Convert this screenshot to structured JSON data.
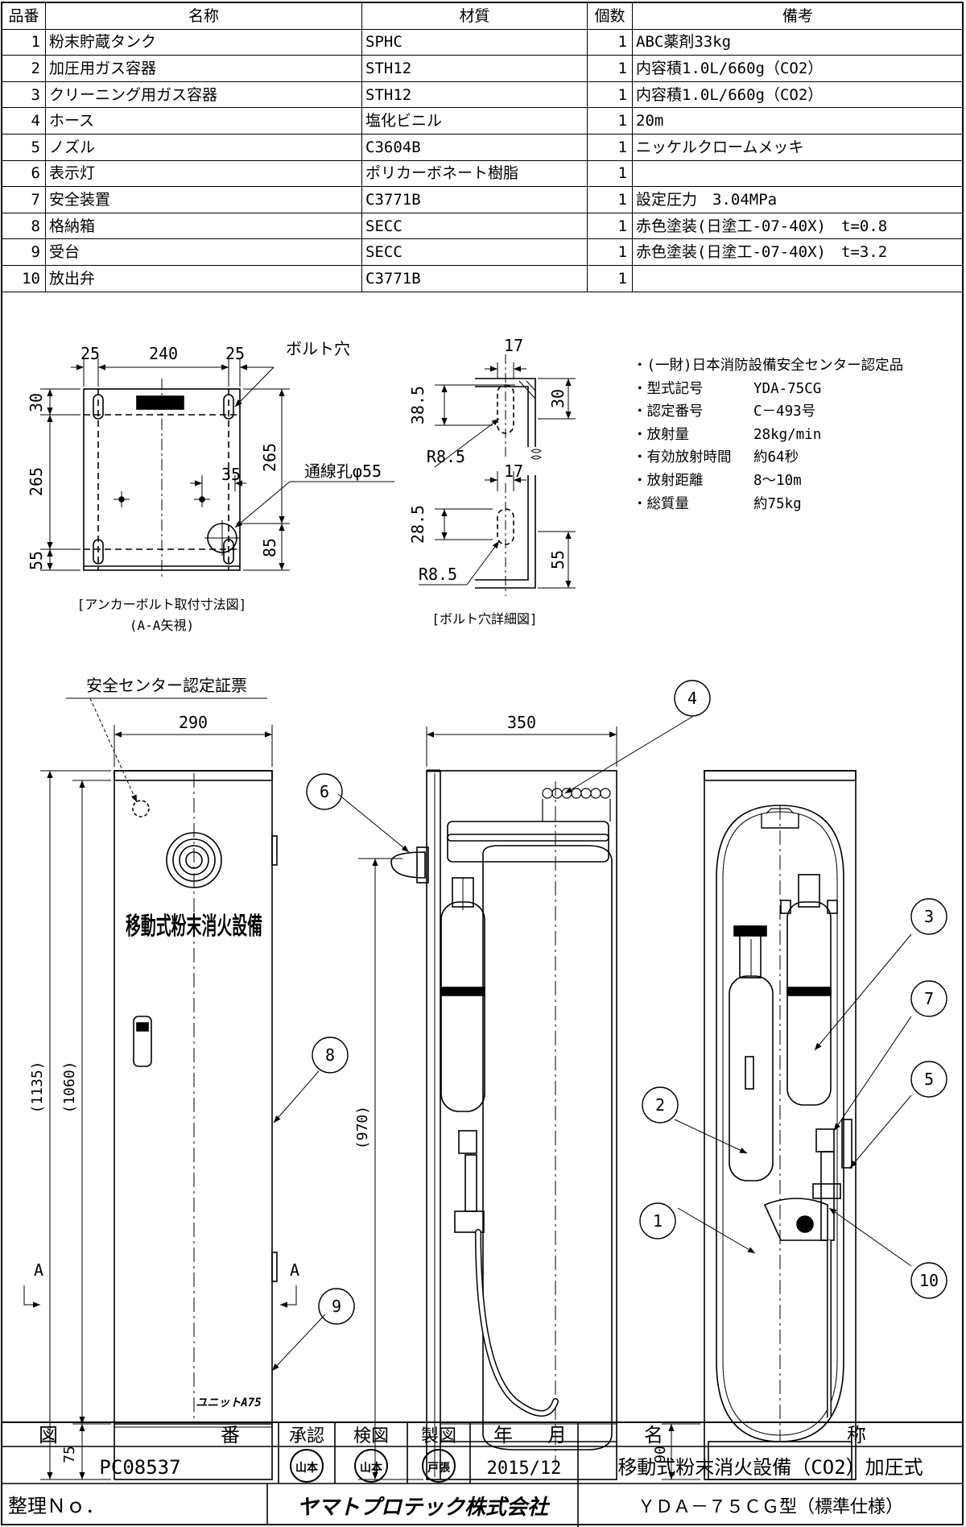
{
  "parts_table": {
    "headers": [
      "品番",
      "名称",
      "材質",
      "個数",
      "備考"
    ],
    "rows": [
      {
        "no": "1",
        "name": "粉末貯蔵タンク",
        "material": "SPHC",
        "qty": "1",
        "note": "ABC薬剤33kg"
      },
      {
        "no": "2",
        "name": "加圧用ガス容器",
        "material": "STH12",
        "qty": "1",
        "note": "内容積1.0L/660g（CO2）"
      },
      {
        "no": "3",
        "name": "クリーニング用ガス容器",
        "material": "STH12",
        "qty": "1",
        "note": "内容積1.0L/660g（CO2）"
      },
      {
        "no": "4",
        "name": "ホース",
        "material": "塩化ビニル",
        "qty": "1",
        "note": "20m"
      },
      {
        "no": "5",
        "name": "ノズル",
        "material": "C3604B",
        "qty": "1",
        "note": "ニッケルクロームメッキ"
      },
      {
        "no": "6",
        "name": "表示灯",
        "material": "ポリカーボネート樹脂",
        "qty": "1",
        "note": ""
      },
      {
        "no": "7",
        "name": "安全装置",
        "material": "C3771B",
        "qty": "1",
        "note": "設定圧力　3.04MPa"
      },
      {
        "no": "8",
        "name": "格納箱",
        "material": "SECC",
        "qty": "1",
        "note": "赤色塗装(日塗工-07-40X)　t=0.8"
      },
      {
        "no": "9",
        "name": "受台",
        "material": "SECC",
        "qty": "1",
        "note": "赤色塗装(日塗工-07-40X)　t=3.2"
      },
      {
        "no": "10",
        "name": "放出弁",
        "material": "C3771B",
        "qty": "1",
        "note": ""
      }
    ]
  },
  "specs": [
    {
      "k": "・(一財)日本消防設備安全センター認定品",
      "v": ""
    },
    {
      "k": "・型式記号",
      "v": "YDA-75CG"
    },
    {
      "k": "・認定番号",
      "v": "C－493号"
    },
    {
      "k": "・放射量",
      "v": "28kg/min"
    },
    {
      "k": "・有効放射時間",
      "v": "約64秒"
    },
    {
      "k": "・放射距離",
      "v": "8～10m"
    },
    {
      "k": "・総質量",
      "v": "約75kg"
    }
  ],
  "anchor_view": {
    "dims": {
      "d25a": "25",
      "d240": "240",
      "d25b": "25",
      "d30": "30",
      "d265l": "265",
      "d55": "55",
      "d35": "35",
      "d265r": "265",
      "d85": "85"
    },
    "bolt_hole": "ボルト穴",
    "wire_hole": "通線孔φ55",
    "caption1": "[アンカーボルト取付寸法図]",
    "caption2": "(A-A矢視)"
  },
  "bolt_detail": {
    "dims": {
      "d17a": "17",
      "d38": "38.5",
      "d30": "30",
      "r1": "R8.5",
      "d17b": "17",
      "d28": "28.5",
      "d55": "55",
      "r2": "R8.5"
    },
    "caption": "[ボルト穴詳細図]"
  },
  "front_view": {
    "cert_label": "安全センター認定証票",
    "d290": "290",
    "d1135": "(1135)",
    "d1060": "(1060)",
    "d75": "75",
    "arrow_a1": "A",
    "arrow_a2": "A",
    "body_text": "移動式粉末消火設備",
    "logo_text": "ユニットA75"
  },
  "side_view": {
    "d350": "350",
    "d970": "(970)"
  },
  "inner_view": {
    "d90": "90"
  },
  "balloons": [
    "1",
    "2",
    "3",
    "4",
    "5",
    "6",
    "7",
    "8",
    "9",
    "10"
  ],
  "title_block": {
    "h_zu": "図",
    "h_ban": "番",
    "h_shonin": "承認",
    "h_kenzu": "検図",
    "h_seizu": "製図",
    "h_nen": "年",
    "h_tsuki": "月",
    "h_mei": "名",
    "h_sho": "称",
    "drawing_no": "PC08537",
    "stamp_approve": "山本",
    "stamp_check": "山本",
    "stamp_draw": "戸張",
    "date": "2015/12",
    "title": "移動式粉末消火設備（CO2）加圧式",
    "seiri": "整理Ｎｏ．",
    "company": "ヤマトプロテック株式会社",
    "model": "ＹＤＡ－７５ＣＧ型（標準仕様）"
  }
}
